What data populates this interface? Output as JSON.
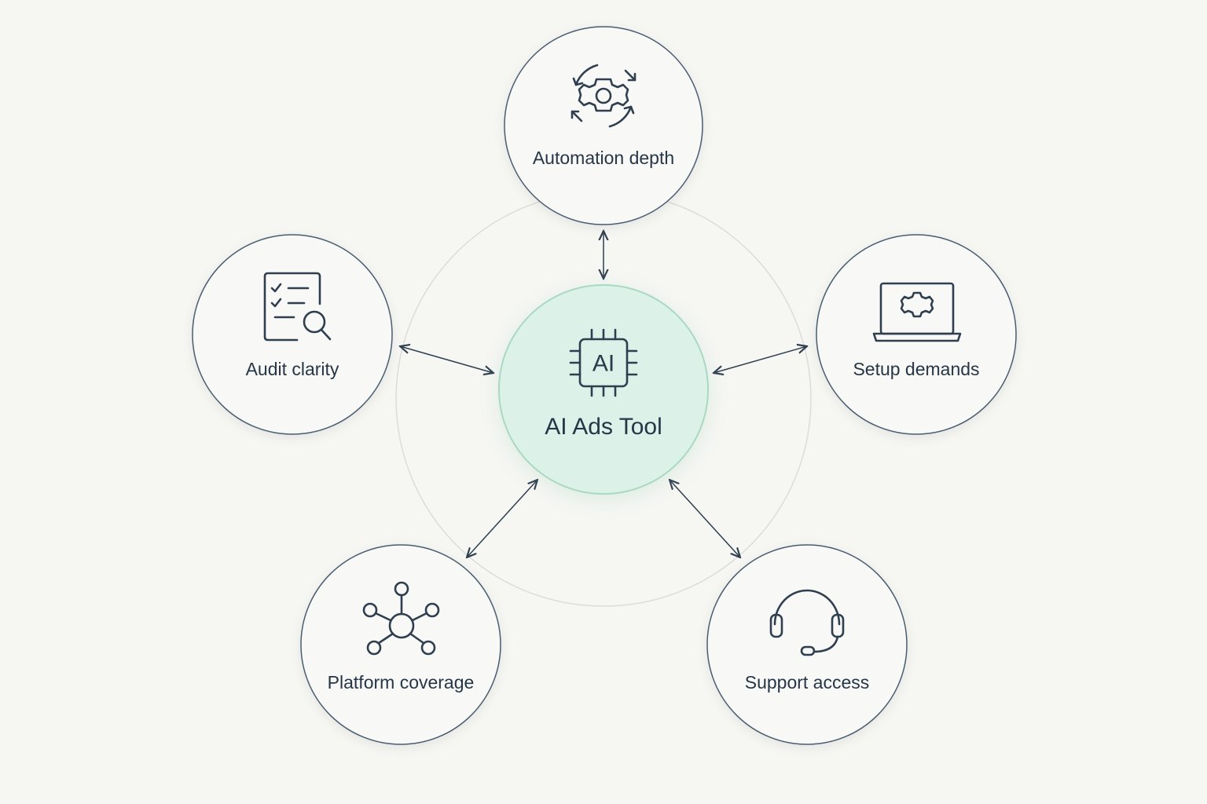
{
  "center": {
    "title": "AI Ads Tool",
    "chip_label": "AI",
    "icon": "ai-chip-icon",
    "fill_color": "#dcf2e8",
    "stroke_color": "#a9d9c2"
  },
  "nodes": [
    {
      "id": "automation",
      "label": "Automation depth",
      "icon": "gear-cycle-icon"
    },
    {
      "id": "setup",
      "label": "Setup demands",
      "icon": "laptop-gear-icon"
    },
    {
      "id": "support",
      "label": "Support access",
      "icon": "headset-icon"
    },
    {
      "id": "platform",
      "label": "Platform coverage",
      "icon": "network-hub-icon"
    },
    {
      "id": "audit",
      "label": "Audit clarity",
      "icon": "checklist-search-icon"
    }
  ],
  "colors": {
    "background": "#f6f6f3",
    "node_stroke": "#4a5d70",
    "text": "#263646",
    "orbit_ring": "#dcdcd8"
  }
}
